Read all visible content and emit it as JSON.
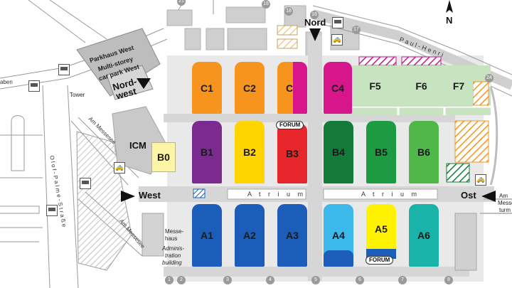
{
  "halls": [
    {
      "id": "C1",
      "color": "#f7941d",
      "light": false
    },
    {
      "id": "C2",
      "color": "#f7941d",
      "light": false
    },
    {
      "id": "C3",
      "color": "#f7941d",
      "light": false
    },
    {
      "id": "C4",
      "color": "#d6168a",
      "light": false
    },
    {
      "id": "B0",
      "color": "#fdf5a6",
      "light": false
    },
    {
      "id": "B1",
      "color": "#7b2a8f",
      "light": false
    },
    {
      "id": "B2",
      "color": "#ffd400",
      "light": false
    },
    {
      "id": "B3",
      "color": "#e6262b",
      "light": false
    },
    {
      "id": "B4",
      "color": "#137a3a",
      "light": false
    },
    {
      "id": "B5",
      "color": "#1d9b43",
      "light": false
    },
    {
      "id": "B6",
      "color": "#4fb848",
      "light": false
    },
    {
      "id": "A1",
      "color": "#1b5db8",
      "light": false
    },
    {
      "id": "A2",
      "color": "#1b5db8",
      "light": false
    },
    {
      "id": "A3",
      "color": "#1b5db8",
      "light": false
    },
    {
      "id": "A4",
      "color": "#3cb8ea",
      "light": false
    },
    {
      "id": "A5",
      "color": "#fff200",
      "light": false
    },
    {
      "id": "A6",
      "color": "#19b3a9",
      "light": false
    },
    {
      "id": "F5",
      "color": "#c8e3bf",
      "light": false
    },
    {
      "id": "F6",
      "color": "#c8e3bf",
      "light": false
    },
    {
      "id": "F7",
      "color": "#c8e3bf",
      "light": false
    }
  ],
  "labels": {
    "forum": "FORUM",
    "atrium": "A t r i u m",
    "icm": "ICM",
    "gate_west": "West",
    "gate_ost": "Ost",
    "gate_nord": "Nord",
    "gate_nordwest_1": "Nord-",
    "gate_nordwest_2": "west",
    "parkhaus_1": "Parkhaus West",
    "parkhaus_2": "Multi-storey",
    "parkhaus_3": "car park West",
    "tower": "Tower",
    "messehaus_1": "Messe-",
    "messehaus_2": "haus",
    "admin_1": "Adminis-",
    "admin_2": "tration",
    "admin_3": "building",
    "street_am_messesee_1": "Am Messesee",
    "street_am_messesee_2": "Am Messesee",
    "street_olof": "O l o f - P a l m e - S t r a ß e",
    "street_paul": "P a u l - H e n r i",
    "street_graben": "aben",
    "east_text_1": "Am",
    "east_text_2": "Messe",
    "east_text_3": "turm",
    "compass_n": "N"
  },
  "markers": [
    "16",
    "17",
    "18",
    "19",
    "21",
    "24",
    "1",
    "2",
    "3",
    "4",
    "5",
    "6",
    "7",
    "8"
  ],
  "colors": {
    "road": "#d9d9d9",
    "road_edge": "#b9b9b9",
    "building": "#c9c9c9",
    "arrow": "#111111"
  }
}
